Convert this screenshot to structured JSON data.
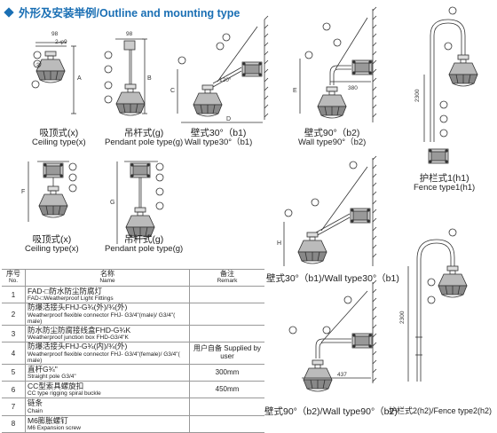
{
  "header": {
    "title": "外形及安装举例/Outline and mounting type"
  },
  "dimensions": {
    "ceiling_top": "98",
    "pipe_thread": "2-φ9",
    "ceiling_height": "A",
    "pendant_top": "98",
    "pendant_height": "B",
    "wall30_c": "C",
    "wall30_d": "D",
    "wall30_angle": "120°",
    "wall90_e": "E",
    "wall90_width": "380",
    "ceiling2_f": "F",
    "pendant2_g": "G",
    "wall30b_h": "H",
    "fence1_height": "2300",
    "fence2_height": "2300",
    "wall90b_width": "437"
  },
  "captions": [
    {
      "zh": "吸顶式(x)",
      "en": "Ceiling type(x)"
    },
    {
      "zh": "吊杆式(g)",
      "en": "Pendant pole type(g)"
    },
    {
      "zh": "壁式30°（b1)",
      "en": "Wall type30°（b1)"
    },
    {
      "zh": "壁式90°（b2)",
      "en": "Wall type90°（b2)"
    },
    {
      "zh": "护栏式1(h1)",
      "en": "Fence type1(h1)"
    },
    {
      "zh": "吸顶式(x)",
      "en": "Ceiling type(x)"
    },
    {
      "zh": "吊杆式(g)",
      "en": "Pendant pole type(g)"
    },
    {
      "zh": "壁式30°（b1)/Wall type30°（b1)",
      "en": ""
    },
    {
      "zh": "壁式90°（b2)/Wall type90°（b2)",
      "en": ""
    },
    {
      "zh": "护栏式2(h2)/Fence type2(h2)",
      "en": ""
    }
  ],
  "table": {
    "headers": {
      "no_zh": "序号",
      "no_en": "No.",
      "name_zh": "名称",
      "name_en": "Name",
      "remark_zh": "备注",
      "remark_en": "Remark"
    },
    "rows": [
      {
        "no": "1",
        "name_zh": "FAD-□防水防尘防腐灯",
        "name_en": "FAD-□Weatherproof Light Fittings",
        "remark": ""
      },
      {
        "no": "2",
        "name_zh": "防爆活接头FHJ-G¾(外)/¾(外)",
        "name_en": "Weatherproof flexible connector FHJ- G3/4\"(male)/ G3/4\"( male)",
        "remark": ""
      },
      {
        "no": "3",
        "name_zh": "防水防尘防腐接线盒FHD-G¾K",
        "name_en": "Weatherproof junction box FHD-G3/4\"K",
        "remark": ""
      },
      {
        "no": "4",
        "name_zh": "防爆活接头FHJ-G¾(内)/¾(外)",
        "name_en": "Weatherproof flexible connector FHJ- G3/4\"(female)/ G3/4\"( male)",
        "remark": "用户自备 Supplied by user"
      },
      {
        "no": "5",
        "name_zh": "直杆G¾\"",
        "name_en": "Straight pole G3/4\"",
        "remark": "300mm"
      },
      {
        "no": "6",
        "name_zh": "CC型索具螺旋扣",
        "name_en": "CC type rigging spiral buckle",
        "remark": "450mm"
      },
      {
        "no": "7",
        "name_zh": "链条",
        "name_en": "Chain",
        "remark": ""
      },
      {
        "no": "8",
        "name_zh": "M6膨胀螺钉",
        "name_en": "M6 Expansion screw",
        "remark": ""
      }
    ]
  },
  "colors": {
    "accent": "#1a6fb4",
    "line": "#333333"
  }
}
